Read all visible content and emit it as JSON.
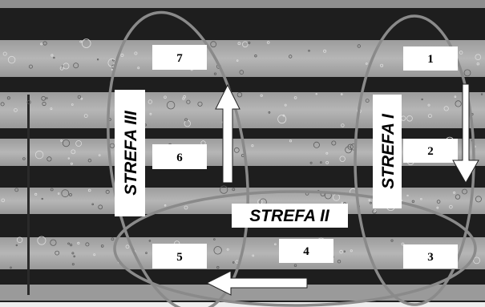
{
  "image": {
    "kind": "grayscale photograph of a striped flow channel with bubbles, annotated with numbered measurement boxes, zone ellipses and flow arrows",
    "colors": {
      "background_dark": "#1e1e1e",
      "band_light": "#a8a8a8",
      "ellipse_stroke": "#8a8a8a",
      "label_bg": "#ffffff",
      "label_text": "#000000",
      "arrow_fill": "#ffffff"
    }
  },
  "points": [
    {
      "label": "1"
    },
    {
      "label": "2"
    },
    {
      "label": "3"
    },
    {
      "label": "4"
    },
    {
      "label": "5"
    },
    {
      "label": "6"
    },
    {
      "label": "7"
    }
  ],
  "zones": {
    "strefa_1": {
      "label": "STREFA I"
    },
    "strefa_2": {
      "label": "STREFA II"
    },
    "strefa_3": {
      "label": "STREFA III"
    }
  },
  "arrows": [
    {
      "name": "flow-arrow-down",
      "direction": "down"
    },
    {
      "name": "flow-arrow-left",
      "direction": "left"
    },
    {
      "name": "flow-arrow-up",
      "direction": "up"
    }
  ]
}
